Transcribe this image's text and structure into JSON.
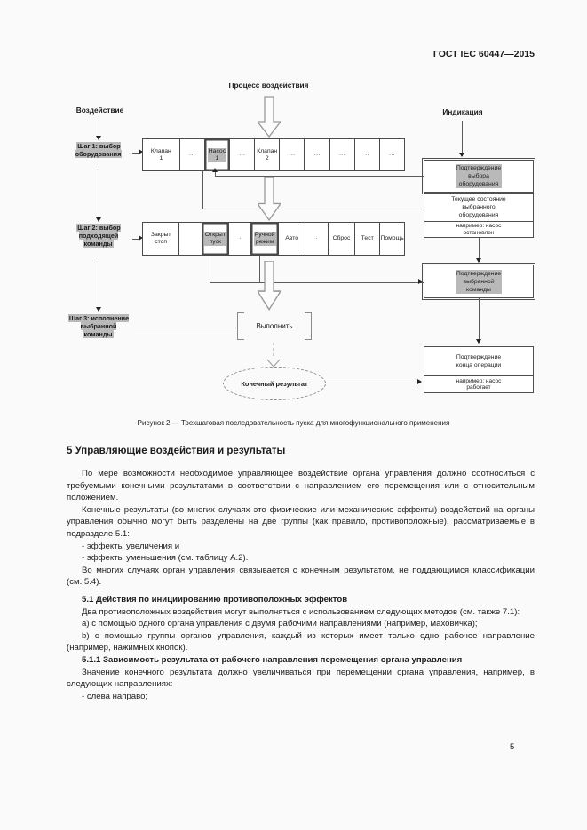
{
  "page": {
    "header": "ГОСТ IEC 60447—2015",
    "number": "5"
  },
  "colors": {
    "highlight": "#b9b9b9",
    "line": "#5a5a5a"
  },
  "diagram": {
    "process_label": "Процесс воздействия",
    "action_label": "Воздействие",
    "indication_label": "Индикация",
    "step1": "Шаг 1: выбор\nоборудования",
    "step2": "Шаг 2: выбор\nподходящей\nкоманды",
    "step3": "Шаг 3: исполнение\nвыбранной\nкоманды",
    "row1": [
      "Клапан\n1",
      "···",
      "Насос\n1",
      "···",
      "Клапан\n2",
      "···",
      "···",
      "···",
      "··",
      "···"
    ],
    "row2": [
      "Закрыт\nстоп",
      "",
      "Открыт\nпуск",
      "·",
      "Ручной\nрежим",
      "Авто",
      "·",
      "Сброс",
      "Тест",
      "Помощь"
    ],
    "execute_label": "Выполнить",
    "final_result_label": "Конечный результат",
    "confirm_selection": "Подтверждение\nвыбора\nоборудования",
    "current_state": "Текущее состояние\nвыбранного\nоборудования",
    "current_state_example": "например: насос\nостановлен",
    "confirm_command": "Подтверждение\nвыбранной\nкоманды",
    "confirm_end": "Подтверждение\nконца операции",
    "confirm_end_example": "например: насос\nработает",
    "caption": "Рисунок 2 — Трехшаговая последовательность пуска для многофункционального применения"
  },
  "content": {
    "heading": "5 Управляющие воздействия и результаты",
    "p1": "По мере возможности необходимое управляющее воздействие органа управления должно соотноситься с требуемыми конечными результатами в соответствии с направлением его перемещения или с относительным положением.",
    "p2": "Конечные результаты (во многих случаях это физические или механические эффекты) воздействий на органы управления обычно могут быть разделены на две группы (как правило, противоположные), рассматриваемые в подразделе 5.1:",
    "li1": "- эффекты увеличения и",
    "li2": "- эффекты уменьшения (см. таблицу А.2).",
    "p3": "Во многих случаях орган управления связывается с конечным результатом, не поддающимся классификации (см. 5.4).",
    "h51": "5.1 Действия по инициированию противоположных эффектов",
    "p4": "Два противоположных воздействия могут выполняться с использованием следующих методов (см. также 7.1):",
    "pa": "a) с помощью одного органа управления с двумя рабочими направлениями (например, маховичка);",
    "pb": "b) с помощью группы органов управления, каждый из которых имеет только одно рабочее направление (например, нажимных кнопок).",
    "h511": "5.1.1 Зависимость результата от рабочего направления перемещения органа управления",
    "p5": "Значение конечного результата должно увеличиваться при перемещении органа управления, например, в следующих направлениях:",
    "li3": "- слева направо;"
  }
}
